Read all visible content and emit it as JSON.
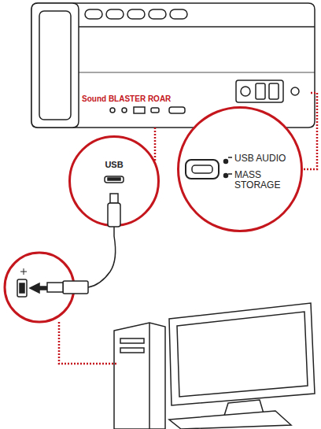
{
  "diagram": {
    "nodes": [
      {
        "text": [
          "Sound BLASTER ROAR"
        ]
      },
      {
        "text": [
          "USB"
        ]
      },
      {
        "text": [
          "USB AUDIO",
          "MASS STORAGE"
        ]
      }
    ],
    "edges": [
      {
        "from": 0,
        "to": 1,
        "arrow": "none"
      },
      {
        "from": 0,
        "to": 2,
        "arrow": "none"
      }
    ]
  }
}
